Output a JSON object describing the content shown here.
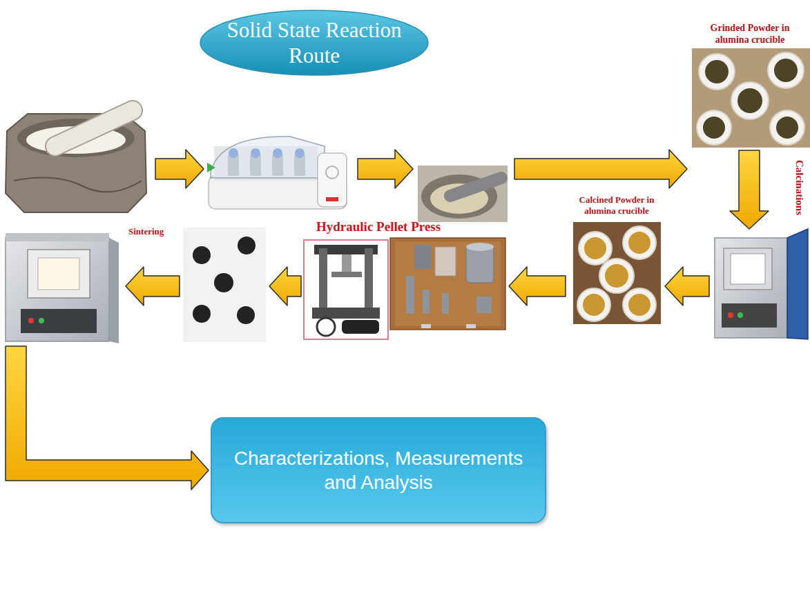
{
  "diagram": {
    "title": "Solid State Reaction Route",
    "nodes": [
      {
        "text": [
          "Grinded Powder in alumina crucible"
        ]
      },
      {
        "text": [
          "Calcined Powder in alumina crucible"
        ]
      },
      {
        "text": [
          "Hydraulic Pellet Press"
        ]
      },
      {
        "text": [
          "Characterizations, Measurements and Analysis"
        ]
      }
    ],
    "edges": [
      {
        "from": 1,
        "to": 2,
        "arrow": "to"
      }
    ],
    "labels": [
      "Calcinations",
      "Sintering"
    ]
  }
}
